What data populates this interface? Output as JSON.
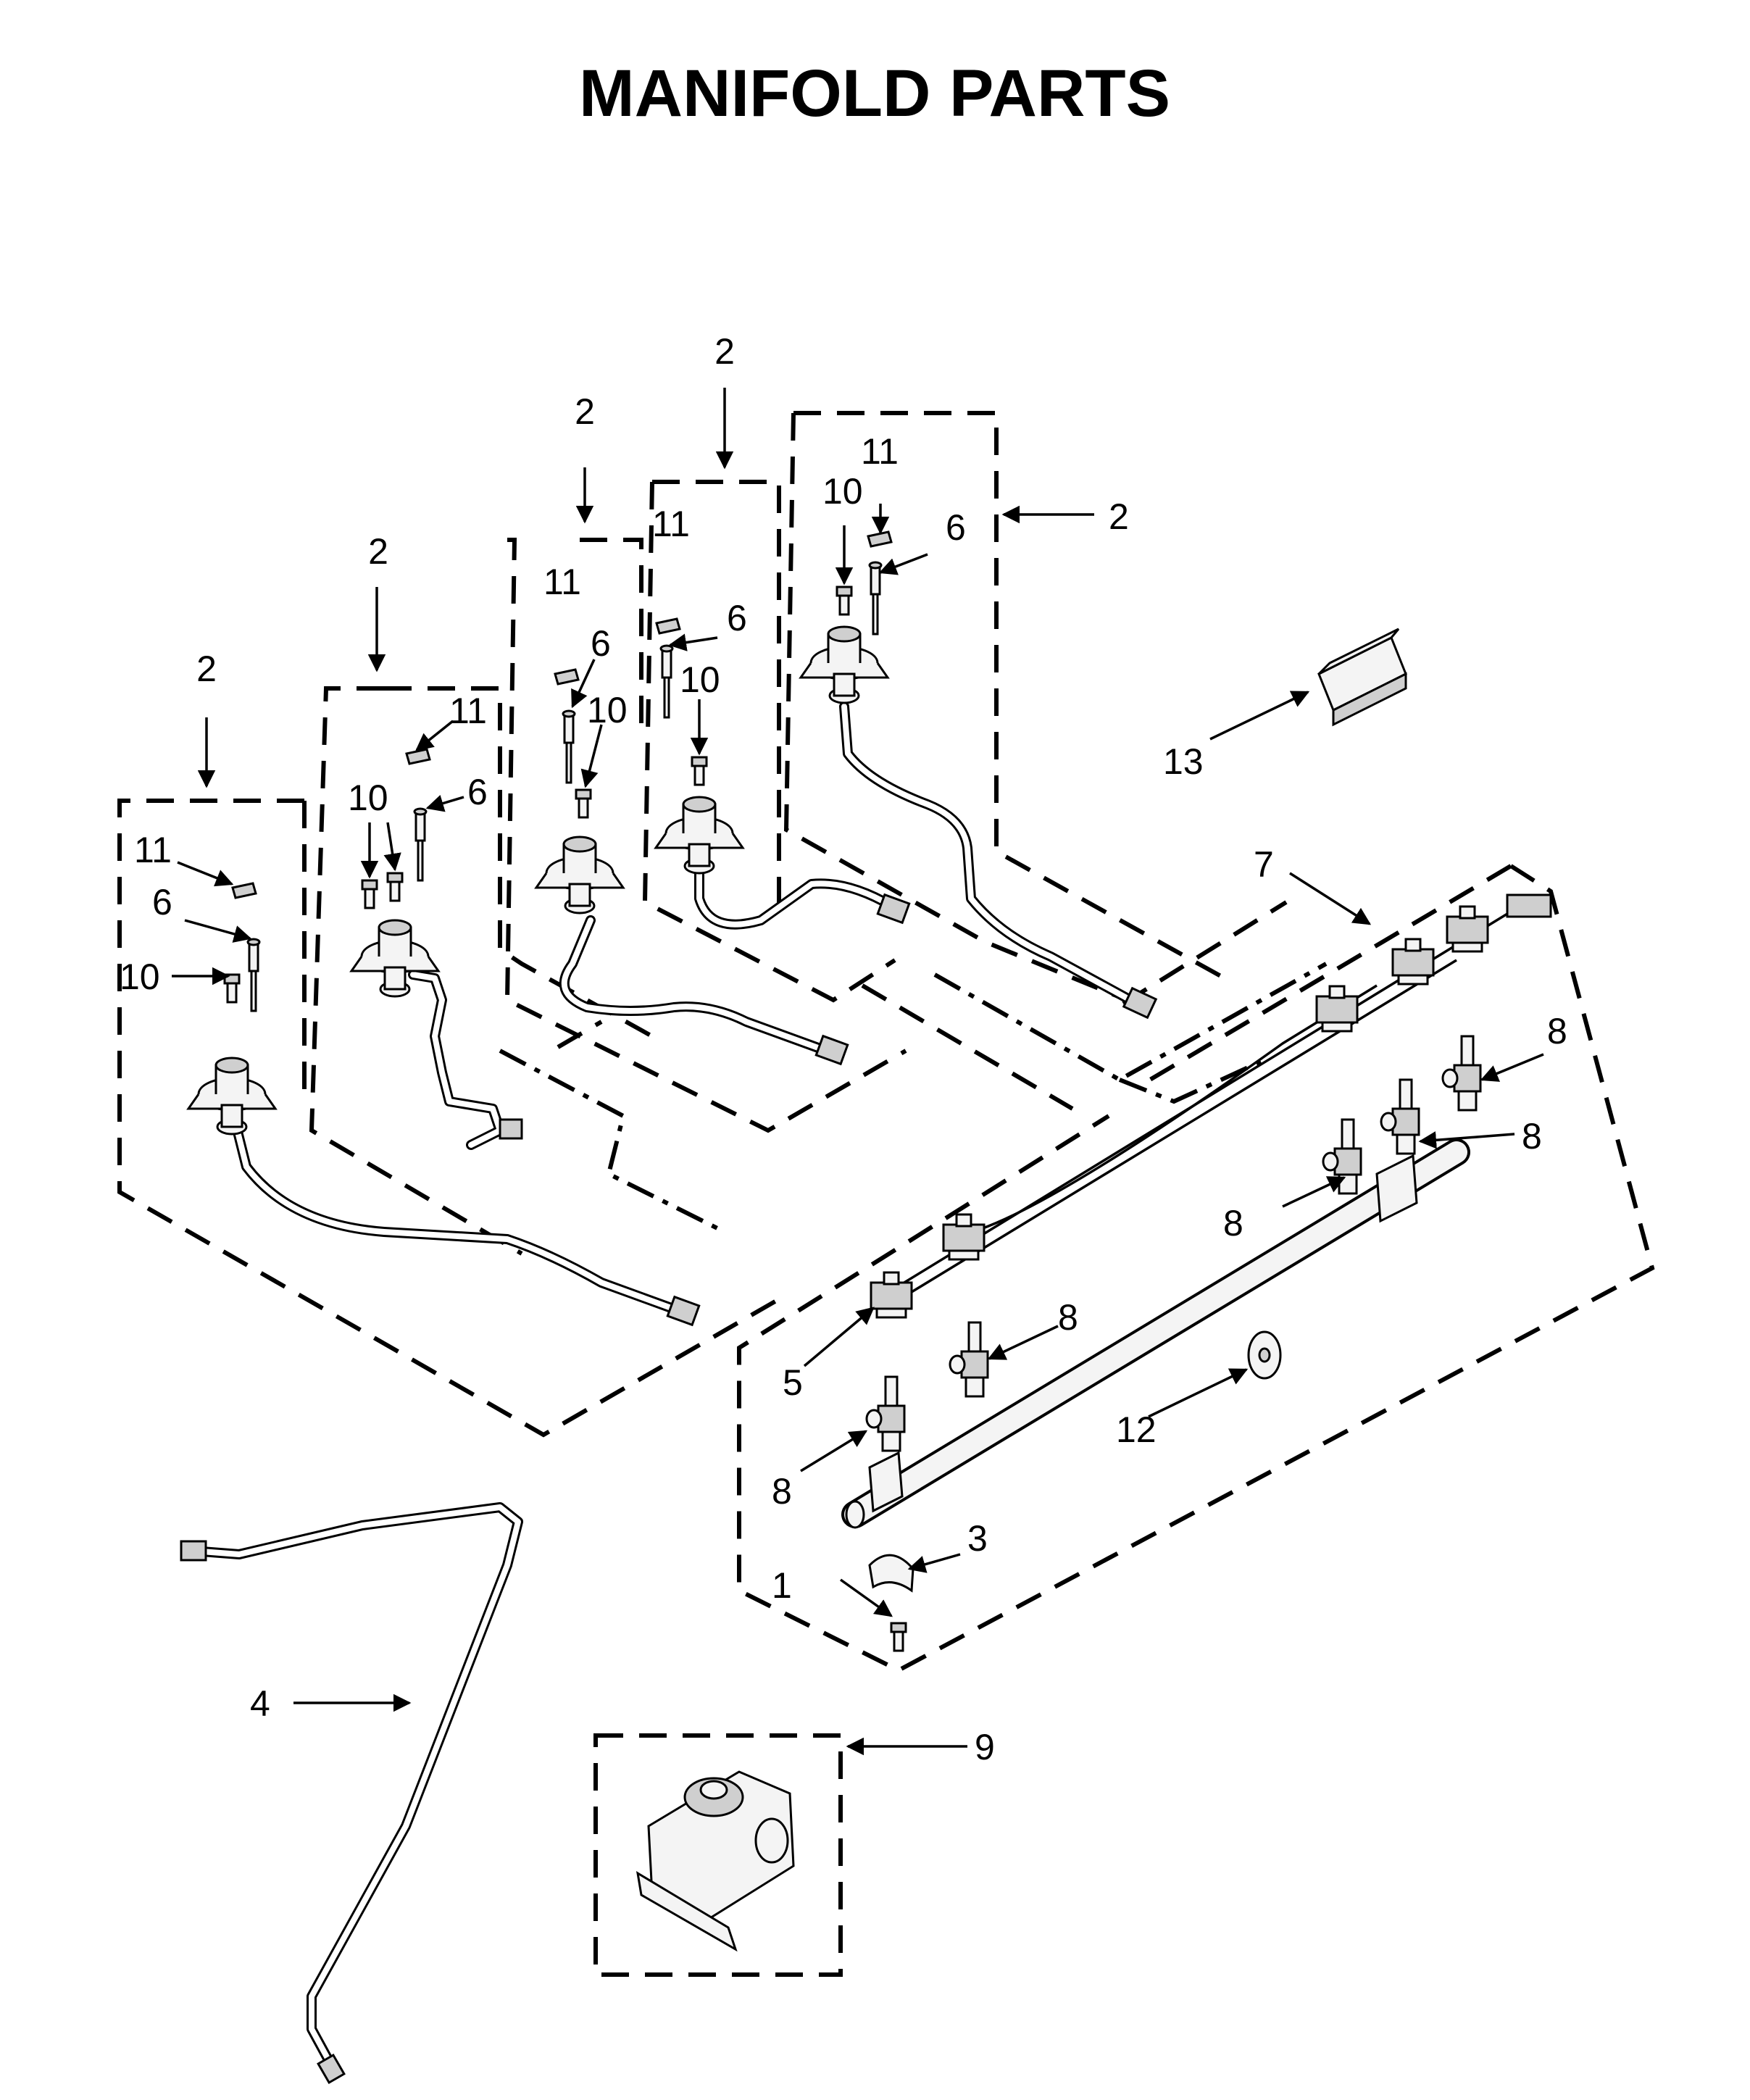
{
  "title": "MANIFOLD PARTS",
  "callouts": {
    "c1": "1",
    "c2a": "2",
    "c2b": "2",
    "c2c": "2",
    "c2d": "2",
    "c2e": "2",
    "c3": "3",
    "c4": "4",
    "c5": "5",
    "c6a": "6",
    "c6b": "6",
    "c6c": "6",
    "c6d": "6",
    "c6e": "6",
    "c7": "7",
    "c8a": "8",
    "c8b": "8",
    "c8c": "8",
    "c8d": "8",
    "c8e": "8",
    "c9": "9",
    "c10a": "10",
    "c10b": "10",
    "c10c": "10",
    "c10d": "10",
    "c10e": "10",
    "c11a": "11",
    "c11b": "11",
    "c11c": "11",
    "c11d": "11",
    "c11e": "11",
    "c12": "12",
    "c13": "13"
  }
}
